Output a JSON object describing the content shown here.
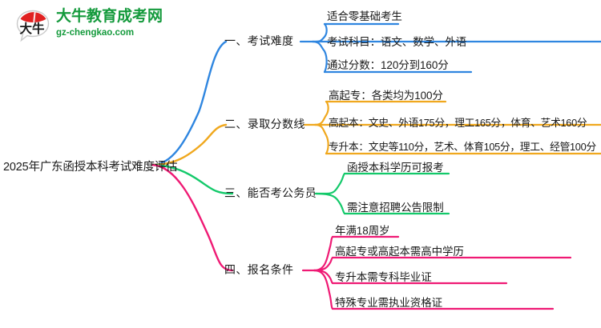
{
  "logo": {
    "mark_name": "daniu-speech-bubble-logo",
    "title": "大牛教育成考网",
    "domain": "gz-chengkao.com",
    "brand_green": "#149a3c",
    "brand_red": "#e02020"
  },
  "mindmap": {
    "root": {
      "label": "2025年广东函授本科考试难度评估"
    },
    "branches": [
      {
        "id": "exam-difficulty",
        "label": "一、考试难度",
        "color": "#2f86e0",
        "children": [
          {
            "label": "适合零基础考生"
          },
          {
            "label": "考试科目：语文、数学、外语"
          },
          {
            "label": "通过分数：120分到160分"
          }
        ]
      },
      {
        "id": "admission-score-line",
        "label": "二、录取分数线",
        "color": "#f0a81e",
        "children": [
          {
            "label": "高起专：各类均为100分"
          },
          {
            "label": "高起本：文史、外语175分，理工165分，体育、艺术160分"
          },
          {
            "label": "专升本：文史等110分，艺术、体育105分，理工、经管100分"
          }
        ]
      },
      {
        "id": "civil-servant-eligibility",
        "label": "三、能否考公务员",
        "color": "#13c96a",
        "children": [
          {
            "label": "函授本科学历可报考"
          },
          {
            "label": "需注意招聘公告限制"
          }
        ]
      },
      {
        "id": "application-requirements",
        "label": "四、报名条件",
        "color": "#ef1a74",
        "children": [
          {
            "label": "年满18周岁"
          },
          {
            "label": "高起专或高起本需高中学历"
          },
          {
            "label": "专升本需专科毕业证"
          },
          {
            "label": "特殊专业需执业资格证"
          }
        ]
      }
    ]
  }
}
